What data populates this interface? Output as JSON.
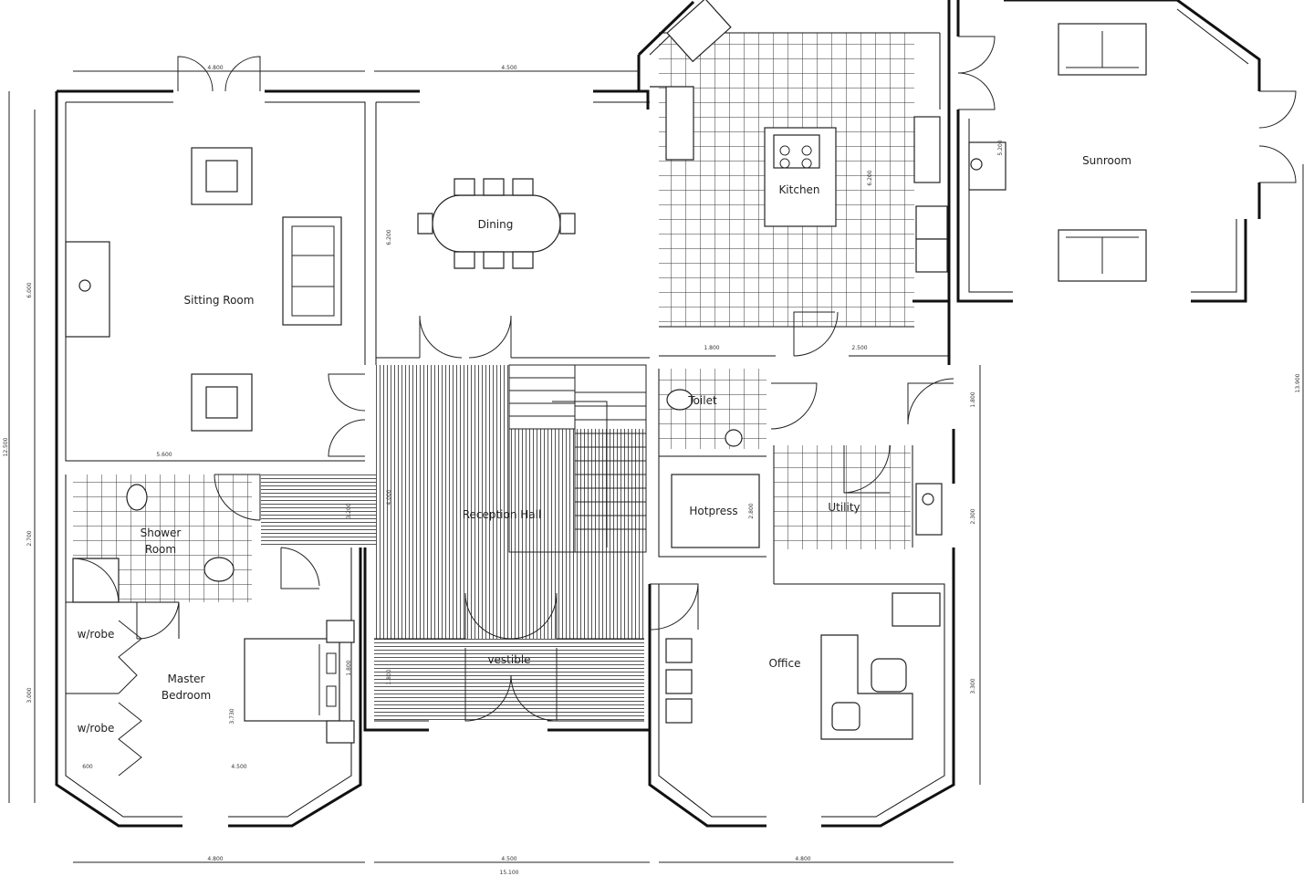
{
  "plan": {
    "rooms": {
      "sitting": "Sitting Room",
      "dining": "Dining",
      "kitchen": "Kitchen",
      "sunroom": "Sunroom",
      "toilet": "Toilet",
      "reception": "Reception Hall",
      "hotpress": "Hotpress",
      "utility": "Utility",
      "shower_1": "Shower",
      "shower_2": "Room",
      "wrobe_1": "w/robe",
      "wrobe_2": "w/robe",
      "master_1": "Master",
      "master_2": "Bedroom",
      "vestible": "vestible",
      "office": "Office"
    },
    "dimensions": {
      "top_sitting": "4.800",
      "top_dining": "4.500",
      "sitting_inner": "5.600",
      "sitting_height": "6.000",
      "dining_height": "6.200",
      "kitchen_height": "6.200",
      "sunroom_height": "5.200",
      "toilet_w": "1.800",
      "kitchen_strip": "2.500",
      "toilet_h": "1.800",
      "utility_h": "2.300",
      "shower_h": "2.700",
      "hall_h": "3.200",
      "hall_w": "4.000",
      "hotpress_h": "2.800",
      "master_h": "3.000",
      "bed_h": "3.730",
      "master_w": "4.500",
      "robe_w": "600",
      "bed_len": "1.800",
      "vest_h": "1.800",
      "office_h": "3.300",
      "overall_left": "12.500",
      "overall_right": "13.900",
      "bottom_left": "4.800",
      "bottom_mid": "4.500",
      "bottom_right": "4.800",
      "bottom_total": "15.100"
    }
  }
}
